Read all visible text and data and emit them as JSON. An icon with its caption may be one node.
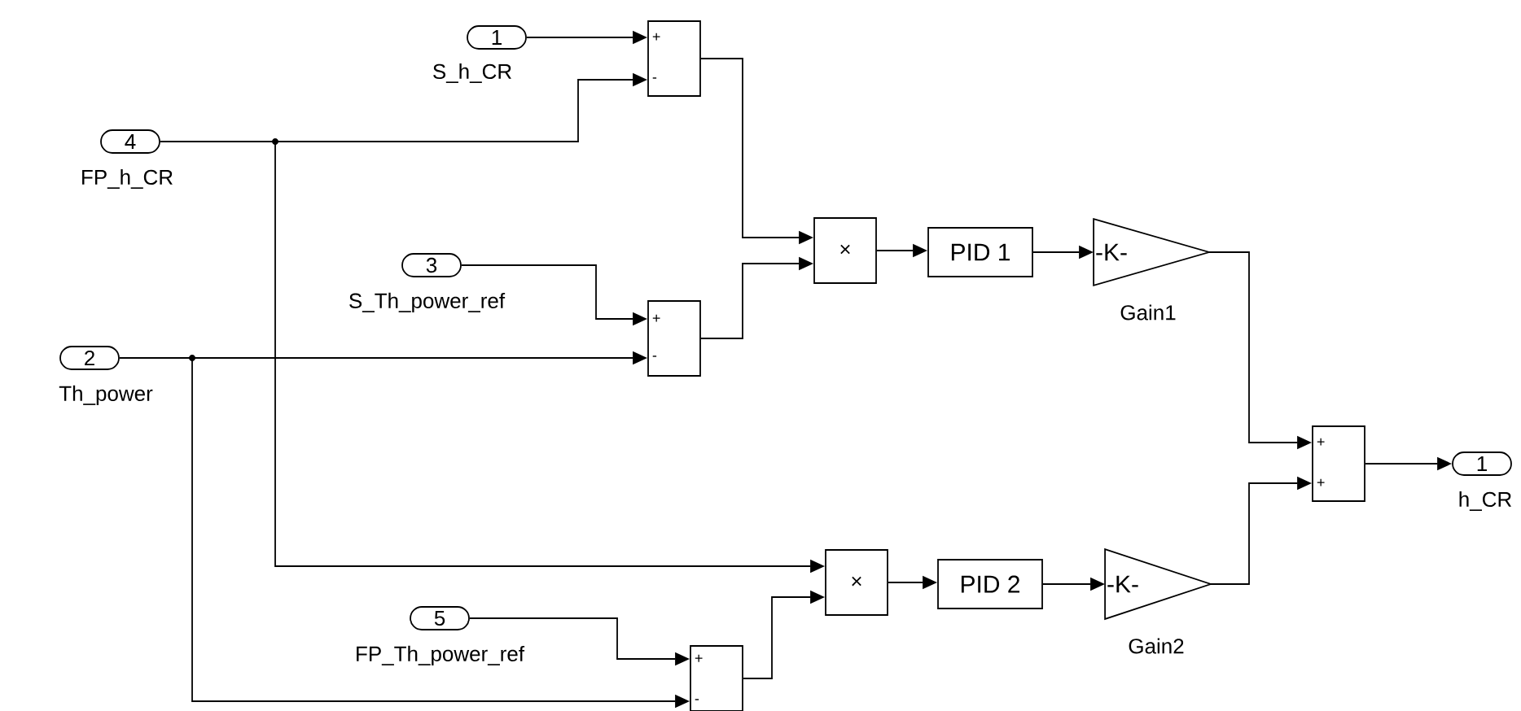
{
  "diagram": {
    "nodes": [
      {
        "text": [
          "1"
        ],
        "beside": [
          "S_h_CR"
        ]
      },
      {
        "text": [
          "+",
          "-"
        ]
      },
      {
        "text": [
          "4"
        ],
        "beside": [
          "FP_h_CR"
        ]
      },
      {
        "text": [
          "3"
        ],
        "beside": [
          "S_Th_power_ref"
        ]
      },
      {
        "text": [
          "×"
        ]
      },
      {
        "text": [
          "PID 1"
        ]
      },
      {
        "text": [
          "-K-"
        ],
        "beside": [
          "Gain1"
        ]
      },
      {
        "text": [
          "+",
          "-"
        ]
      },
      {
        "text": [
          "2"
        ],
        "beside": [
          "Th_power"
        ]
      },
      {
        "text": [
          "+",
          "+"
        ]
      },
      {
        "text": [
          "1"
        ],
        "beside": [
          "h_CR"
        ]
      },
      {
        "text": [
          "×"
        ]
      },
      {
        "text": [
          "PID 2"
        ]
      },
      {
        "text": [
          "-K-"
        ],
        "beside": [
          "Gain2"
        ]
      },
      {
        "text": [
          "5"
        ],
        "beside": [
          "FP_Th_power_ref"
        ]
      },
      {
        "text": [
          "+",
          "-"
        ]
      }
    ],
    "edges": [
      {
        "from": 0,
        "to": 1,
        "arrow": "to"
      },
      {
        "from": 2,
        "to": 1,
        "arrow": "to"
      },
      {
        "from": 1,
        "to": 4,
        "arrow": "to"
      },
      {
        "from": 3,
        "to": 7,
        "arrow": "to"
      },
      {
        "from": 7,
        "to": 4,
        "arrow": "to"
      },
      {
        "from": 8,
        "to": 7,
        "arrow": "to"
      },
      {
        "from": 4,
        "to": 5,
        "arrow": "to"
      },
      {
        "from": 5,
        "to": 6,
        "arrow": "to"
      },
      {
        "from": 6,
        "to": 9,
        "arrow": "to"
      },
      {
        "from": 13,
        "to": 9,
        "arrow": "to"
      },
      {
        "from": 9,
        "to": 10,
        "arrow": "to"
      },
      {
        "from": 2,
        "to": 11,
        "arrow": "to"
      },
      {
        "from": 15,
        "to": 11,
        "arrow": "to"
      },
      {
        "from": 11,
        "to": 12,
        "arrow": "to"
      },
      {
        "from": 12,
        "to": 13,
        "arrow": "to"
      },
      {
        "from": 14,
        "to": 15,
        "arrow": "to"
      },
      {
        "from": 8,
        "to": 15,
        "arrow": "to"
      }
    ]
  }
}
